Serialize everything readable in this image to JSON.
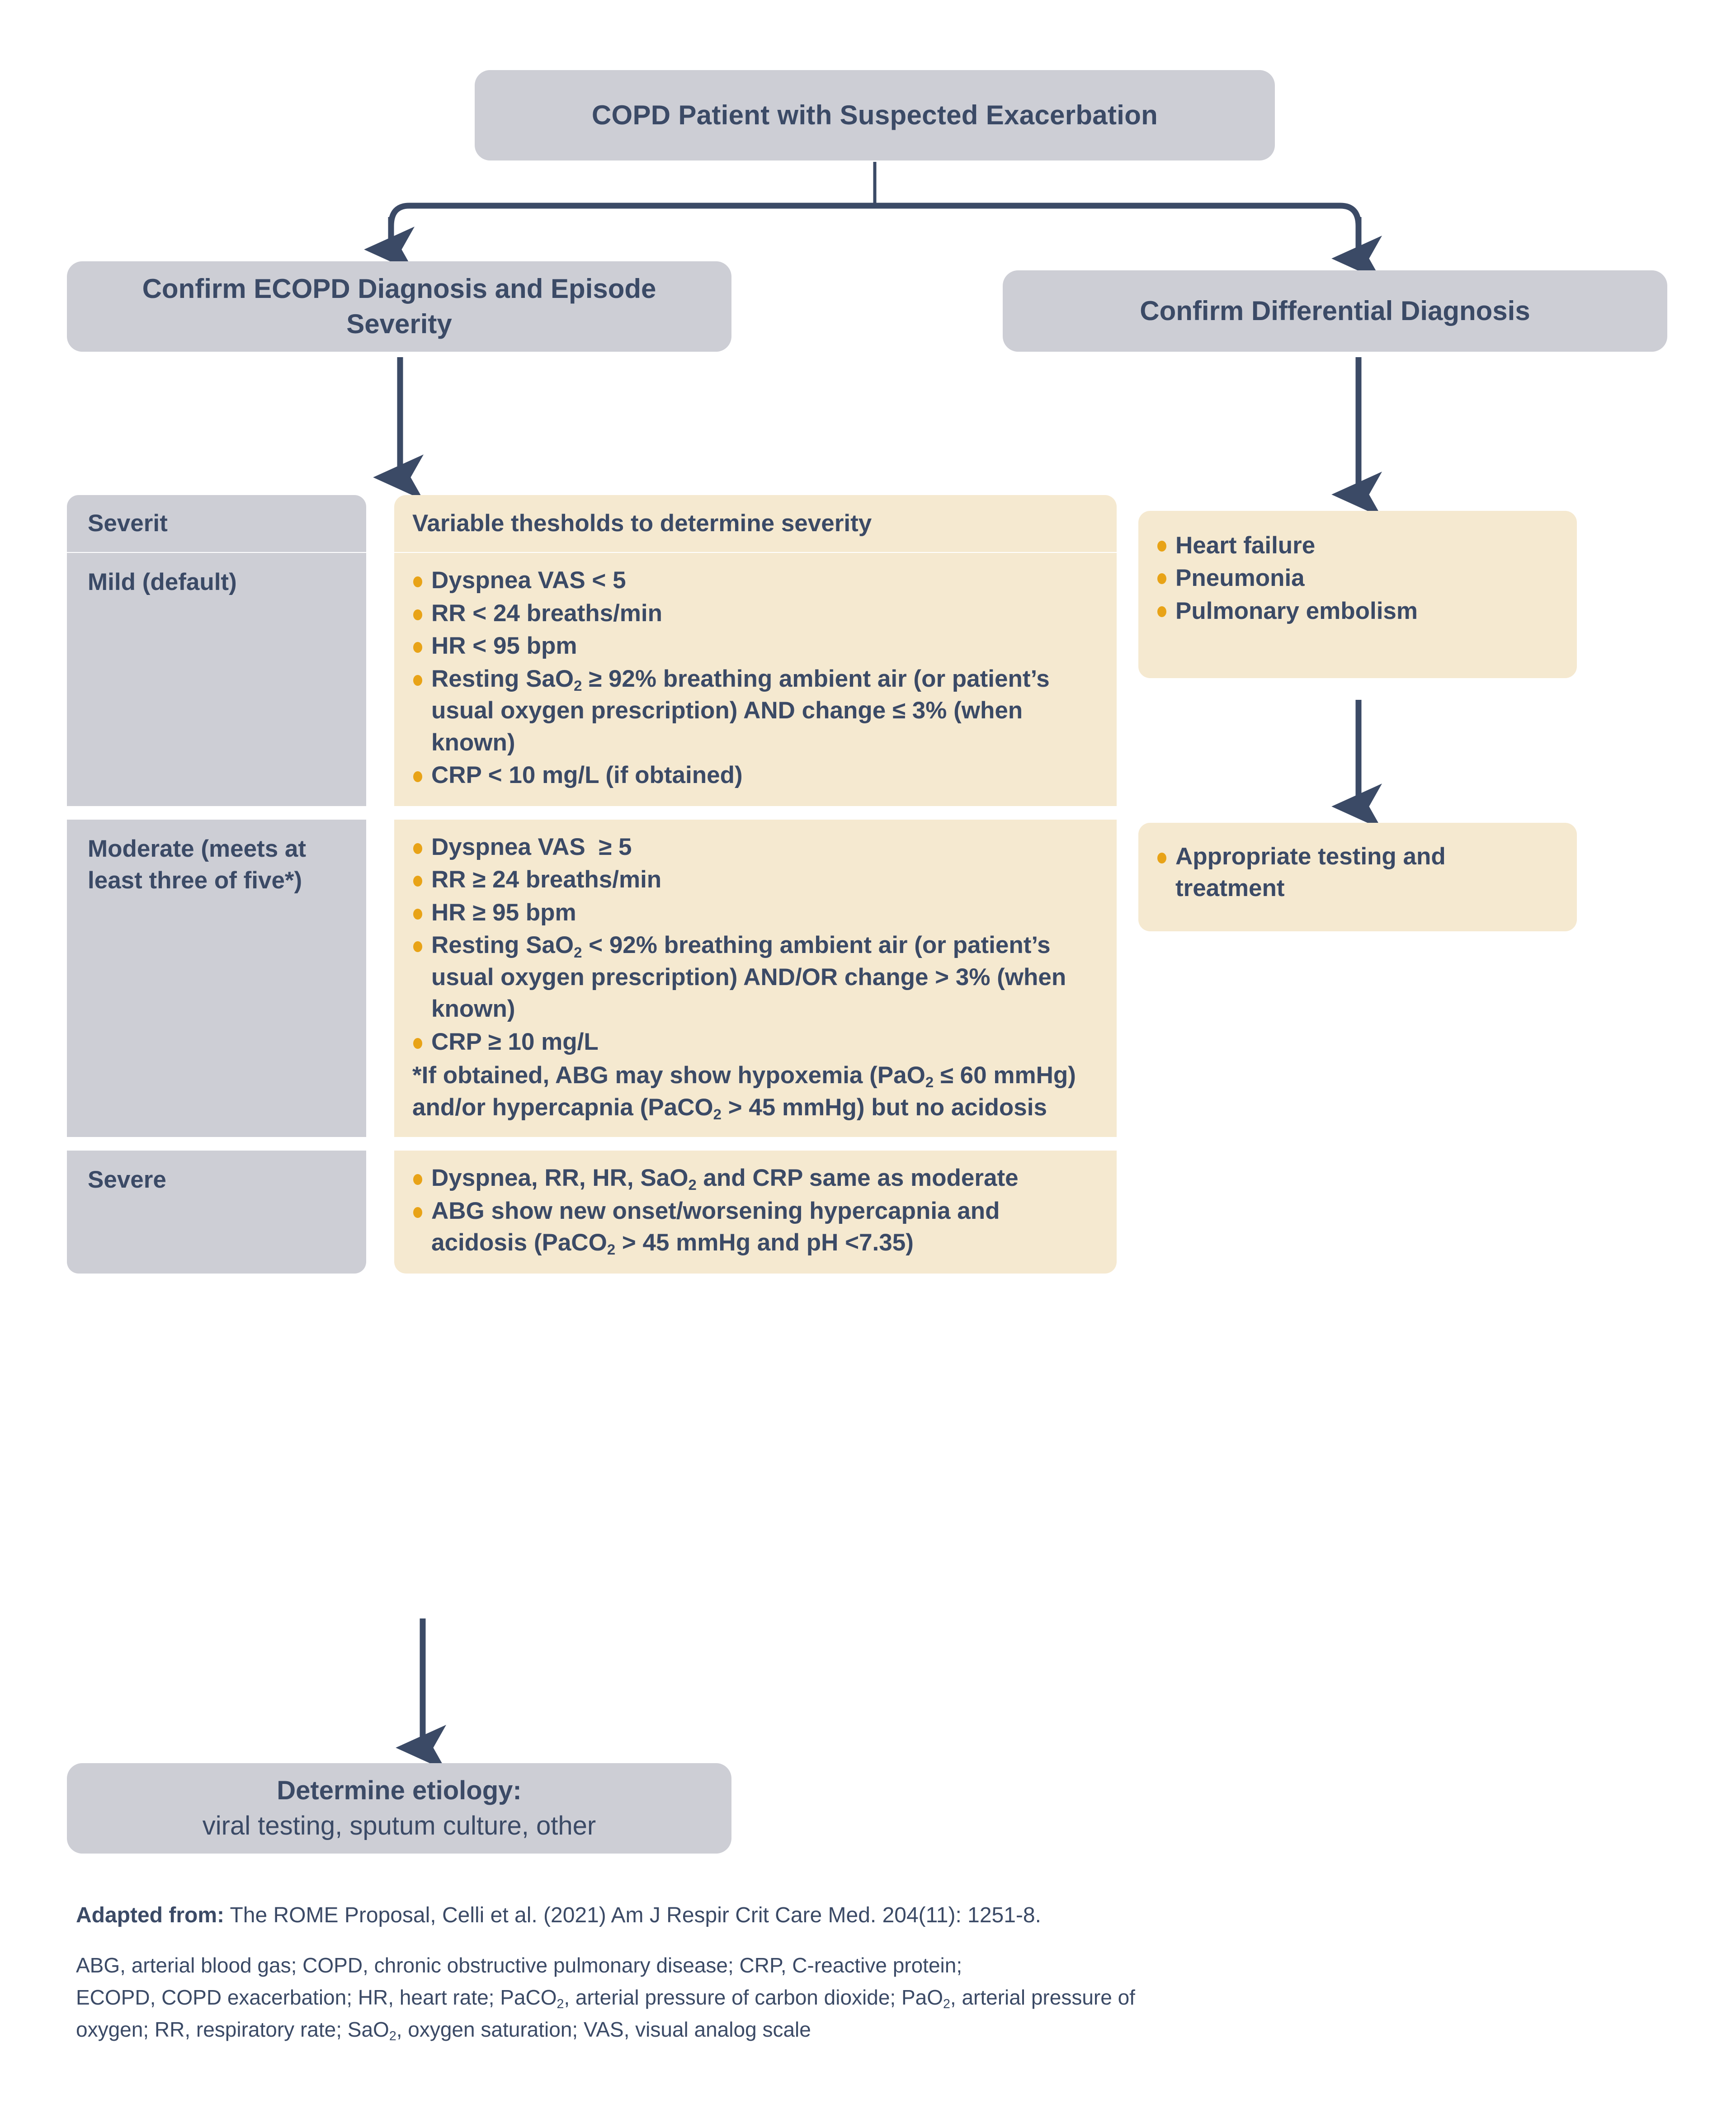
{
  "colors": {
    "gray_box": "#cdced5",
    "cream_box": "#f5e9d0",
    "text_navy": "#3b4a66",
    "bullet_amber": "#e8a317",
    "arrow": "#3b4a66",
    "page_bg": "#ffffff"
  },
  "nodes": {
    "top": "COPD Patient with Suspected Exacerbation",
    "confirm_ecopd": "Confirm ECOPD Diagnosis and Episode Severity",
    "confirm_differential": "Confirm Differential Diagnosis",
    "etiology_title": "Determine etiology:",
    "etiology_detail": "viral testing, sputum culture, other"
  },
  "severity_table": {
    "header": {
      "label": "Severit",
      "value": "Variable thesholds to determine severity"
    },
    "rows": [
      {
        "label": "Mild (default)",
        "bullets": [
          "Dyspnea VAS < 5",
          "RR < 24 breaths/min",
          "HR < 95 bpm",
          "Resting SaO2 ≥ 92% breathing ambient air (or patient’s usual oxygen prescription) AND change ≤ 3% (when known)",
          "CRP < 10 mg/L (if obtained)"
        ],
        "note": ""
      },
      {
        "label": "Moderate (meets at least three of five*)",
        "bullets": [
          "Dyspnea VAS  ≥ 5",
          "RR ≥ 24 breaths/min",
          "HR ≥ 95 bpm",
          "Resting SaO2 < 92% breathing ambient air (or patient’s usual oxygen prescription) AND/OR change > 3% (when known)",
          "CRP ≥ 10 mg/L"
        ],
        "note": "*If obtained, ABG may show hypoxemia (PaO2 ≤ 60 mmHg) and/or hypercapnia (PaCO2 > 45 mmHg) but no acidosis"
      },
      {
        "label": "Severe",
        "bullets": [
          "Dyspnea, RR, HR, SaO2 and CRP same as moderate",
          "ABG show new onset/worsening hypercapnia and acidosis (PaCO2 > 45 mmHg and pH <7.35)"
        ],
        "note": ""
      }
    ]
  },
  "differential": {
    "items": [
      "Heart failure",
      "Pneumonia",
      "Pulmonary embolism"
    ],
    "outcome": [
      "Appropriate testing and treatment"
    ]
  },
  "footer": {
    "adapted_label": "Adapted from:",
    "citation": " The ROME Proposal, Celli et al. (2021) Am J Respir Crit Care Med. 204(11): 1251-8.",
    "abbreviations": "ABG, arterial blood gas; COPD, chronic obstructive pulmonary disease; CRP, C-reactive protein; ECOPD, COPD exacerbation; HR, heart rate; PaCO2, arterial pressure of carbon dioxide; PaO2, arterial pressure of oxygen; RR, respiratory rate; SaO2, oxygen saturation; VAS, visual analog scale"
  }
}
